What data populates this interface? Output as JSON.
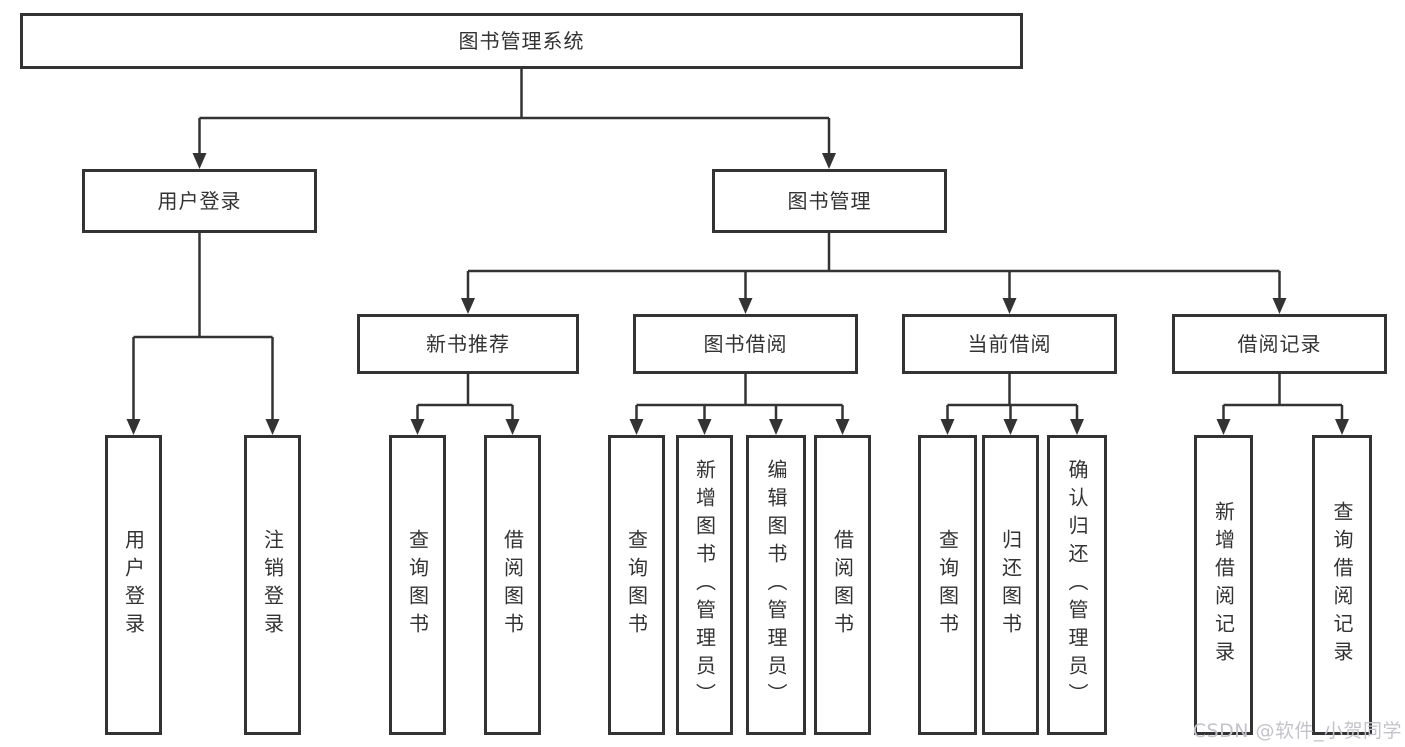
{
  "diagram": {
    "tree": {
      "label": "图书管理系统",
      "children": [
        {
          "label": "用户登录",
          "children": [
            {
              "label": "用户登录"
            },
            {
              "label": "注销登录"
            }
          ]
        },
        {
          "label": "图书管理",
          "children": [
            {
              "label": "新书推荐",
              "children": [
                {
                  "label": "查询图书"
                },
                {
                  "label": "借阅图书"
                }
              ]
            },
            {
              "label": "图书借阅",
              "children": [
                {
                  "label": "查询图书"
                },
                {
                  "label": "新增图书（管理员）"
                },
                {
                  "label": "编辑图书（管理员）"
                },
                {
                  "label": "借阅图书"
                }
              ]
            },
            {
              "label": "当前借阅",
              "children": [
                {
                  "label": "查询图书"
                },
                {
                  "label": "归还图书"
                },
                {
                  "label": "确认归还（管理员）"
                }
              ]
            },
            {
              "label": "借阅记录",
              "children": [
                {
                  "label": "新增借阅记录"
                },
                {
                  "label": "查询借阅记录"
                }
              ]
            }
          ]
        }
      ]
    },
    "colors": {
      "line": "#333333",
      "box_border": "#333333",
      "box_fill": "#ffffff",
      "text": "#333333",
      "watermark": "#c5c3ca"
    }
  },
  "watermark": {
    "text": "CSDN @软件_小贺同学"
  }
}
